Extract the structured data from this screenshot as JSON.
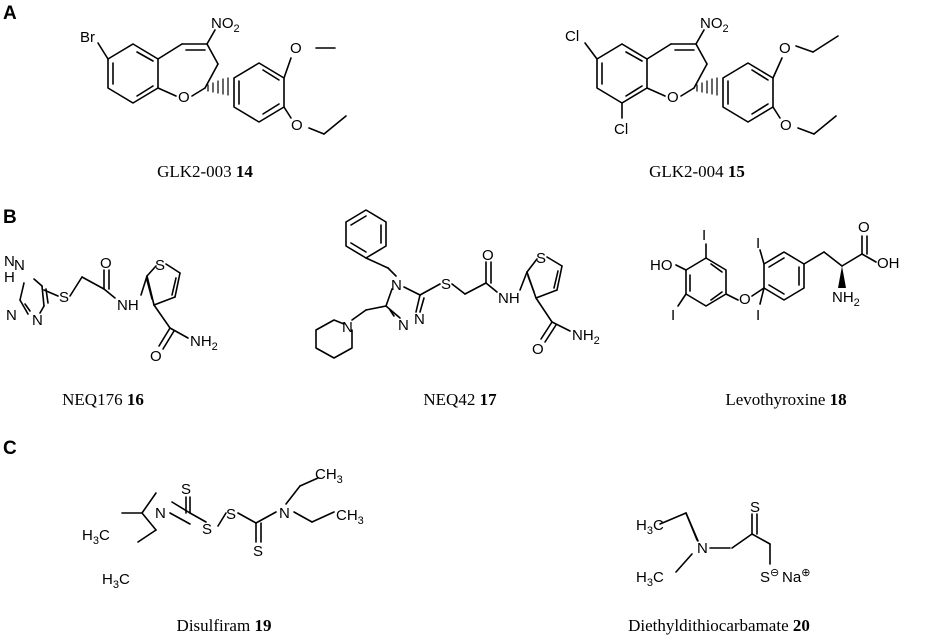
{
  "panels": [
    {
      "letter": "A"
    },
    {
      "letter": "B"
    },
    {
      "letter": "C"
    }
  ],
  "compounds": [
    {
      "name": "GLK2-003",
      "number": "14"
    },
    {
      "name": "GLK2-004",
      "number": "15"
    },
    {
      "name": "NEQ176",
      "number": "16"
    },
    {
      "name": "NEQ42",
      "number": "17"
    },
    {
      "name": "Levothyroxine",
      "number": "18"
    },
    {
      "name": "Disulfiram",
      "number": "19"
    },
    {
      "name": "Diethyldithiocarbamate",
      "number": "20"
    }
  ],
  "atoms": {
    "br": "Br",
    "cl": "Cl",
    "o": "O",
    "no2": "NO",
    "sub2": "2",
    "nh": "NH",
    "h": "H",
    "n": "N",
    "s": "S",
    "i": "I",
    "ho": "HO",
    "oh": "OH",
    "nh2": "NH",
    "h3c": "H",
    "sub3": "3",
    "c": "C",
    "ch": "CH",
    "s_minus": "S",
    "minus": "⊖",
    "na": "Na",
    "plus": "⊕"
  }
}
